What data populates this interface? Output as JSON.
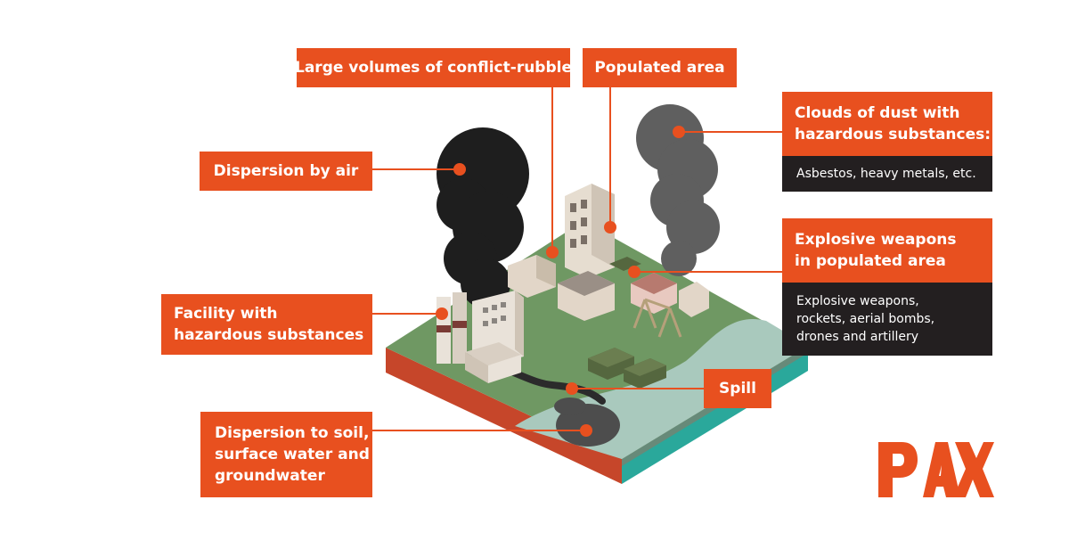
{
  "colors": {
    "accent": "#e8501f",
    "dark_box": "#231f20",
    "leader_line": "#e8501f",
    "dark_smoke": "#1e1e1e",
    "grey_smoke": "#5f5f5f",
    "ground": "#6f9863",
    "water": "#a9c9bd",
    "soil_side": "#c6462a"
  },
  "labels": {
    "rubble": "Large volumes of conflict-rubble",
    "populated": "Populated area",
    "dust": {
      "title": [
        "Clouds of dust with",
        "hazardous substances:"
      ],
      "detail": [
        "Asbestos, heavy metals, etc."
      ]
    },
    "air": "Dispersion by air",
    "explosive": {
      "title": [
        "Explosive weapons",
        "in populated area"
      ],
      "detail": [
        "Explosive weapons,",
        "rockets, aerial bombs,",
        "drones and artillery"
      ]
    },
    "facility": [
      "Facility with",
      "hazardous substances"
    ],
    "spill": "Spill",
    "soil": [
      "Dispersion to soil,",
      "surface water and",
      "groundwater"
    ]
  },
  "logo": {
    "text": "PAX",
    "icon": "pax-logo"
  }
}
